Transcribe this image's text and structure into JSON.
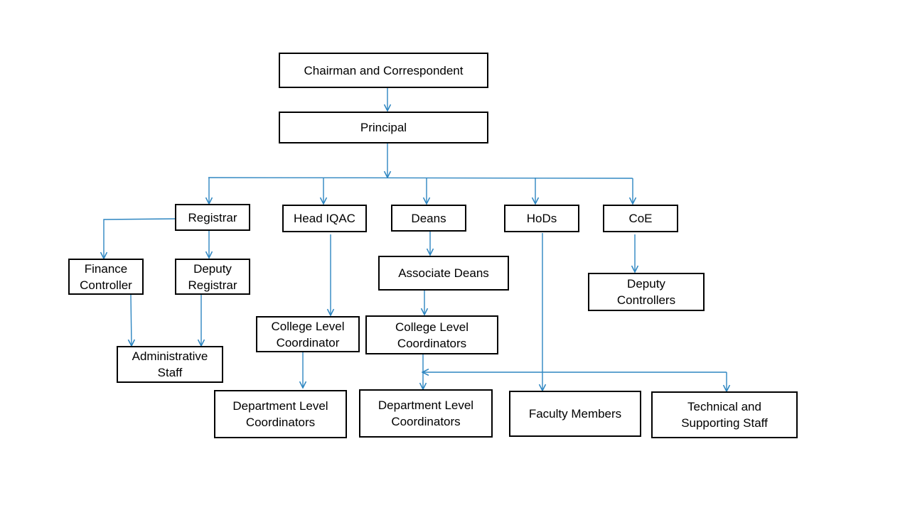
{
  "diagram": {
    "type": "org-chart",
    "connector_color": "#2e86c1",
    "nodes": {
      "chairman": "Chairman and Correspondent",
      "principal": "Principal",
      "registrar": "Registrar",
      "head_iqac": "Head IQAC",
      "deans": "Deans",
      "hods": "HoDs",
      "coe": "CoE",
      "finance_controller": "Finance\nController",
      "deputy_registrar": "Deputy\nRegistrar",
      "administrative_staff": "Administrative\nStaff",
      "associate_deans": "Associate Deans",
      "deputy_controllers": "Deputy\nControllers",
      "college_level_coordinator": "College Level\nCoordinator",
      "college_level_coordinators": "College Level\nCoordinators",
      "dept_level_coordinators_iqac": "Department Level\nCoordinators",
      "dept_level_coordinators_deans": "Department Level\nCoordinators",
      "faculty_members": "Faculty Members",
      "technical_staff": "Technical and\nSupporting Staff"
    },
    "edges": [
      [
        "chairman",
        "principal"
      ],
      [
        "principal",
        "registrar"
      ],
      [
        "principal",
        "head_iqac"
      ],
      [
        "principal",
        "deans"
      ],
      [
        "principal",
        "hods"
      ],
      [
        "principal",
        "coe"
      ],
      [
        "registrar",
        "finance_controller"
      ],
      [
        "registrar",
        "deputy_registrar"
      ],
      [
        "finance_controller",
        "administrative_staff"
      ],
      [
        "deputy_registrar",
        "administrative_staff"
      ],
      [
        "head_iqac",
        "college_level_coordinator"
      ],
      [
        "college_level_coordinator",
        "dept_level_coordinators_iqac"
      ],
      [
        "deans",
        "associate_deans"
      ],
      [
        "associate_deans",
        "college_level_coordinators"
      ],
      [
        "college_level_coordinators",
        "dept_level_coordinators_deans"
      ],
      [
        "college_level_coordinators",
        "technical_staff"
      ],
      [
        "hods",
        "faculty_members"
      ],
      [
        "coe",
        "deputy_controllers"
      ]
    ]
  }
}
